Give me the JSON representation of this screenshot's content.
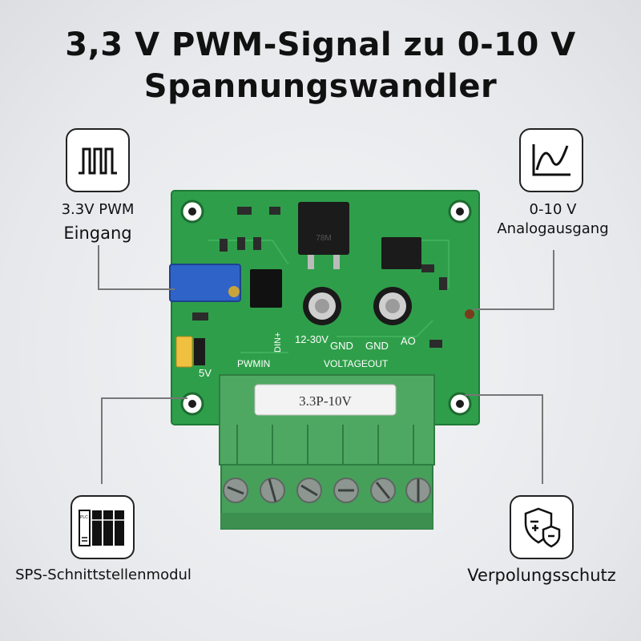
{
  "title": {
    "line1": "3,3 V PWM-Signal zu 0-10 V",
    "line2": "Spannungswandler"
  },
  "callouts": {
    "pwm_input": {
      "line1": "3.3V PWM",
      "line2": "Eingang",
      "icon": "pwm-square-wave-icon"
    },
    "analog_output": {
      "line1": "0-10 V",
      "line2": "Analogausgang",
      "icon": "analog-curve-icon"
    },
    "plc_module": {
      "text": "SPS-Schnittstellenmodul",
      "icon": "plc-module-icon",
      "icon_text": "PLC"
    },
    "reverse_protection": {
      "text": "Verpolungsschutz",
      "icon": "shield-plus-minus-icon"
    }
  },
  "board": {
    "terminal_label": "3.3P-10V",
    "silk": {
      "pwmin": "PWMIN",
      "voltageout": "VOLTAGEOUT",
      "supply": "12-30V",
      "gnd1": "GND",
      "gnd2": "GND",
      "ao": "AO",
      "din": "DIN+",
      "five_v": "5V",
      "regulator": "78M"
    },
    "colors": {
      "pcb": "#2f9e4a",
      "terminal": "#4fa862",
      "pot": "#2f63c8"
    }
  }
}
